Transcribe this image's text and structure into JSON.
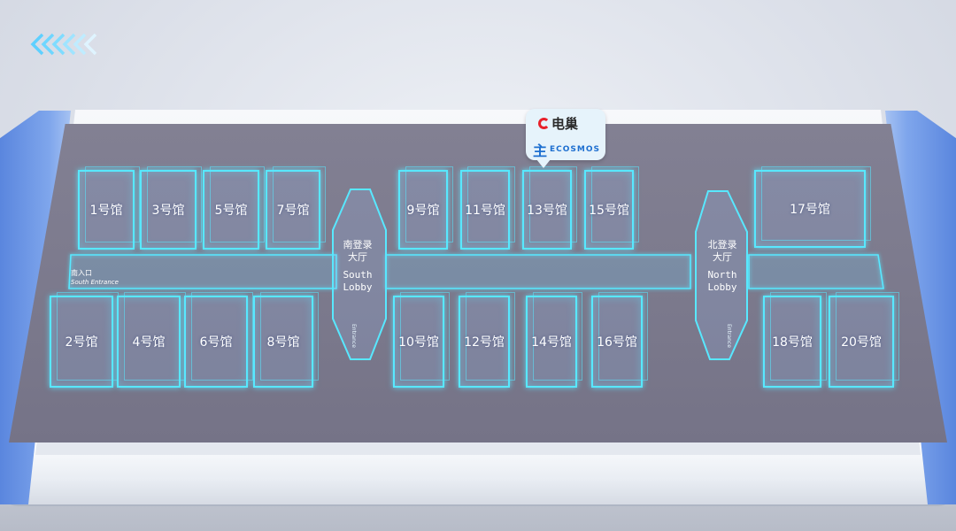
{
  "back_button": {
    "icon": "chevron-left-arrows-icon",
    "color": "#5fd0ff"
  },
  "map": {
    "south_entrance": {
      "cn": "南入口",
      "en": "South Entrance"
    },
    "south_lobby": {
      "cn_line1": "南登录",
      "cn_line2": "大厅",
      "en_line1": "South",
      "en_line2": "Lobby",
      "entrance_tag": "Entrance"
    },
    "north_lobby": {
      "cn_line1": "北登录",
      "cn_line2": "大厅",
      "en_line1": "North",
      "en_line2": "Lobby",
      "entrance_tag": "Entrance"
    },
    "halls": {
      "h1": "1号馆",
      "h2": "2号馆",
      "h3": "3号馆",
      "h4": "4号馆",
      "h5": "5号馆",
      "h6": "6号馆",
      "h7": "7号馆",
      "h8": "8号馆",
      "h9": "9号馆",
      "h10": "10号馆",
      "h11": "11号馆",
      "h12": "12号馆",
      "h13": "13号馆",
      "h14": "14号馆",
      "h15": "15号馆",
      "h16": "16号馆",
      "h17": "17号馆",
      "h18": "18号馆",
      "h20": "20号馆"
    },
    "marker": {
      "brand_cn": "电巢",
      "brand_en": "ECOSMOS",
      "glyph": "主"
    }
  },
  "colors": {
    "accent": "#58e8ff",
    "floor": "#7c7a8d",
    "rail": "#6a95e6",
    "brand_red": "#e8202a",
    "brand_blue": "#1e6fd0"
  }
}
